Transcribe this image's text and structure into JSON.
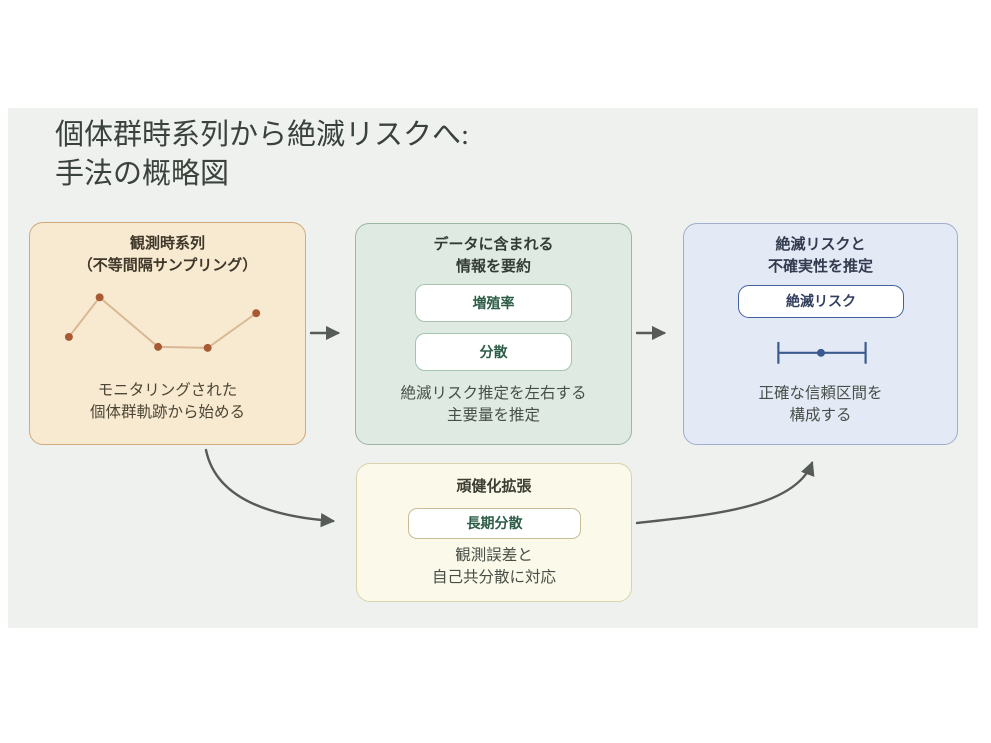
{
  "page": {
    "title_line1": "個体群時系列から絶滅リスクへ:",
    "title_line2": "手法の概略図"
  },
  "boxes": {
    "observed": {
      "title_line1": "観測時系列",
      "title_line2": "（不等間隔サンプリング）",
      "caption_line1": "モニタリングされた",
      "caption_line2": "個体群軌跡から始める"
    },
    "summarize": {
      "title_line1": "データに含まれる",
      "title_line2": "情報を要約",
      "chip_growth_rate": "増殖率",
      "chip_variance": "分散",
      "caption_line1": "絶滅リスク推定を左右する",
      "caption_line2": "主要量を推定"
    },
    "estimate": {
      "title_line1": "絶滅リスクと",
      "title_line2": "不確実性を推定",
      "chip_extinction_risk": "絶滅リスク",
      "caption_line1": "正確な信頼区間を",
      "caption_line2": "構成する"
    },
    "robust": {
      "title": "頑健化拡張",
      "chip_longrun_variance": "長期分散",
      "caption_line1": "観測誤差と",
      "caption_line2": "自己共分散に対応"
    }
  },
  "sparkline": {
    "x": [
      39,
      70,
      129,
      179,
      228
    ],
    "y": [
      115,
      75,
      125,
      126,
      91
    ],
    "dot_radius": 4,
    "line_color": "#d8b894",
    "dot_color": "#a85a35"
  },
  "icons": {
    "sparkline": "time-series-sparkline",
    "confidence_interval": "confidence-interval-errorbar-icon",
    "arrows": [
      "arrow-right-icon",
      "arrow-right-icon",
      "arrow-curve-down-icon",
      "arrow-curve-up-icon"
    ]
  },
  "colors": {
    "panel_bg": "#eff1ee",
    "title_text": "#3a423c",
    "observed_bg": "#f8ead1",
    "observed_border": "#d0a97d",
    "summarize_bg": "#dfeae2",
    "summarize_border": "#9bb7a3",
    "estimate_bg": "#e4e9f6",
    "estimate_border": "#9fadce",
    "robust_bg": "#fbf9e9",
    "robust_border": "#d8d3ab",
    "chip_green_text": "#2d5c47",
    "chip_green_border": "#a5c3ad",
    "chip_blue_text": "#333f5e",
    "chip_blue_border": "#41619c",
    "chip_tan_border": "#c6bf96",
    "arrow": "#565b57",
    "errorbar": "#3a5a8e"
  }
}
